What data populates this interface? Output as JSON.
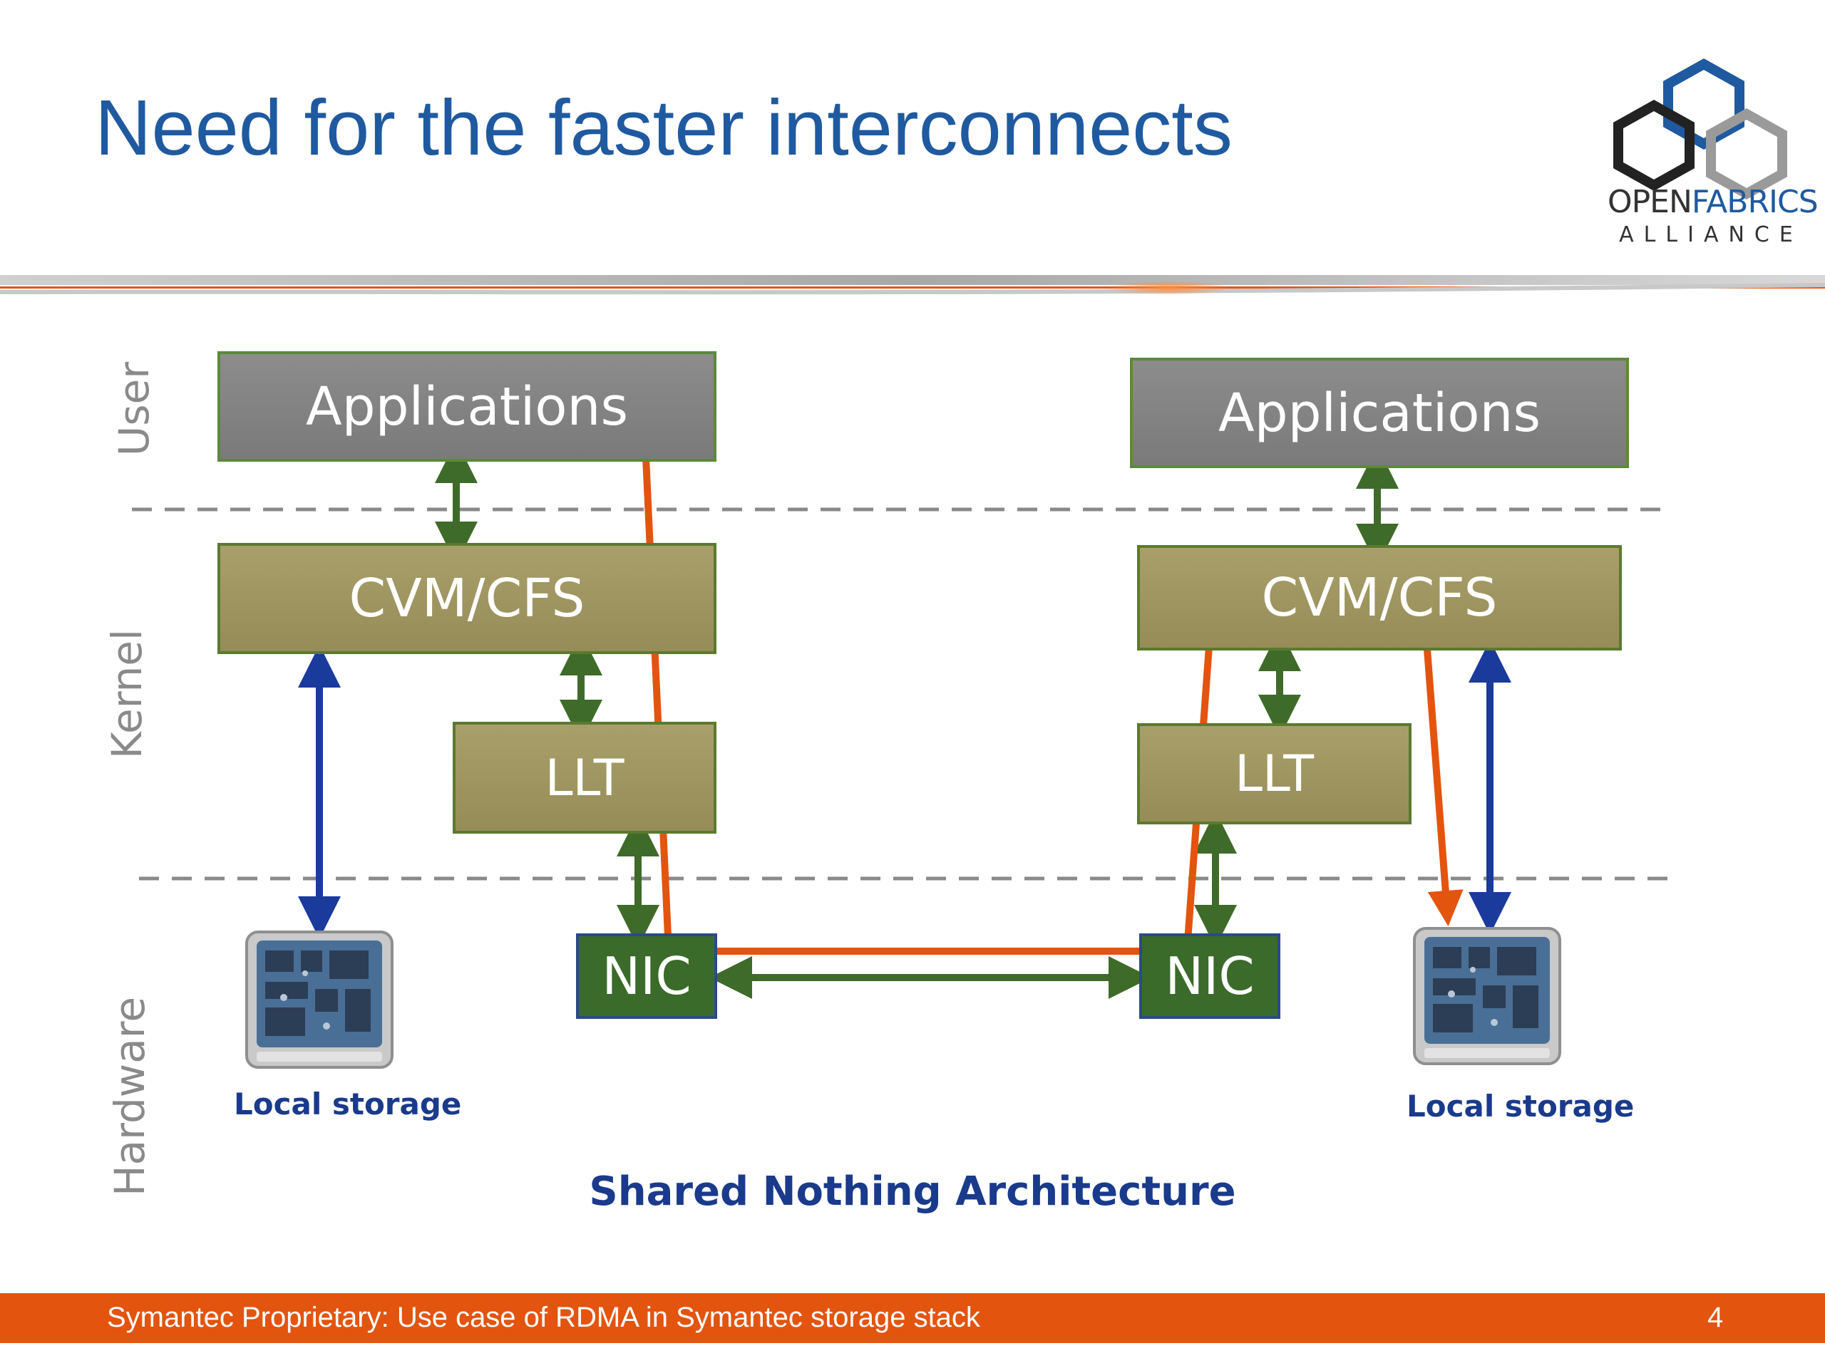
{
  "title": "Need for the faster interconnects",
  "logo": {
    "word_prefix": "OPEN",
    "word_accent": "FABRICS",
    "sub": "ALLIANCE"
  },
  "layers": {
    "user": "User",
    "kernel": "Kernel",
    "hardware": "Hardware"
  },
  "left_stack": {
    "applications": "Applications",
    "cvm": "CVM/CFS",
    "llt": "LLT",
    "nic": "NIC",
    "storage": "Local storage"
  },
  "right_stack": {
    "applications": "Applications",
    "cvm": "CVM/CFS",
    "llt": "LLT",
    "nic": "NIC",
    "storage": "Local storage"
  },
  "caption": "Shared Nothing Architecture",
  "footer": {
    "text": "Symantec Proprietary: Use case of RDMA in Symantec storage stack",
    "page": "4"
  },
  "colors": {
    "title": "#1f5aa0",
    "orange_path": "#e3540f",
    "green_arrow": "#3f6b2a",
    "blue_arrow": "#1a3a9c",
    "footer": "#e3540f"
  }
}
